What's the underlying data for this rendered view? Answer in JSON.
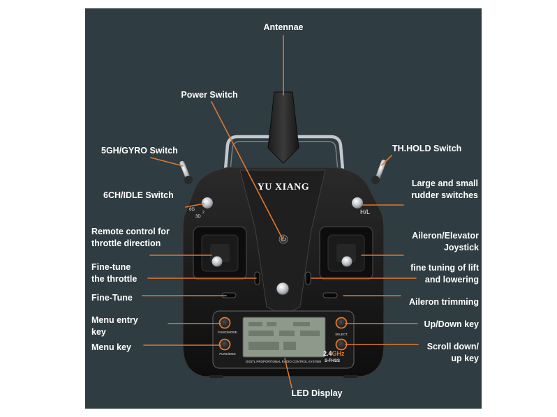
{
  "labels": {
    "antennae": "Antennae",
    "power_switch": "Power Switch",
    "gyro_switch": "5GH/GYRO Switch",
    "th_hold_switch": "TH.HOLD Switch",
    "rudder_switches": [
      "Large and small",
      "rudder switches"
    ],
    "idle_switch": "6CH/IDLE Switch",
    "throttle_direction": [
      "Remote control for",
      "throttle direction"
    ],
    "aileron_elevator": [
      "Aileron/Elevator",
      "Joystick"
    ],
    "fine_tune_throttle": [
      "Fine-tune",
      "the throttle"
    ],
    "fine_tuning_lift": [
      "fine tuning of lift",
      "and lowering"
    ],
    "fine_tune": "Fine-Tune",
    "aileron_trimming": "Aileron trimming",
    "menu_entry_key": [
      "Menu entry",
      "key"
    ],
    "up_down_key": "Up/Down key",
    "menu_key": "Menu key",
    "scroll_key": [
      "Scroll down/",
      "up key"
    ],
    "led_display": "LED Display"
  },
  "device": {
    "brand": "YU XIANG",
    "switch_hl": "H/L",
    "switch_6g": "6G",
    "switch_2": "2",
    "switch_3d": "3D",
    "func_mode": "FUNC/MODE",
    "func_end": "FUNC/END",
    "select": "SELECT",
    "band": "2.4",
    "band_unit": "GHz",
    "protocol": "S-FHSS",
    "tagline": "DIGITL PROPORTIONAL RADIO CONTROL SYSTEM"
  },
  "colors": {
    "panel": "#2f3c41",
    "leader_line": "#e0782c",
    "label_text": "#ffffff",
    "body": "#161616",
    "lcd": "#8e988b"
  }
}
